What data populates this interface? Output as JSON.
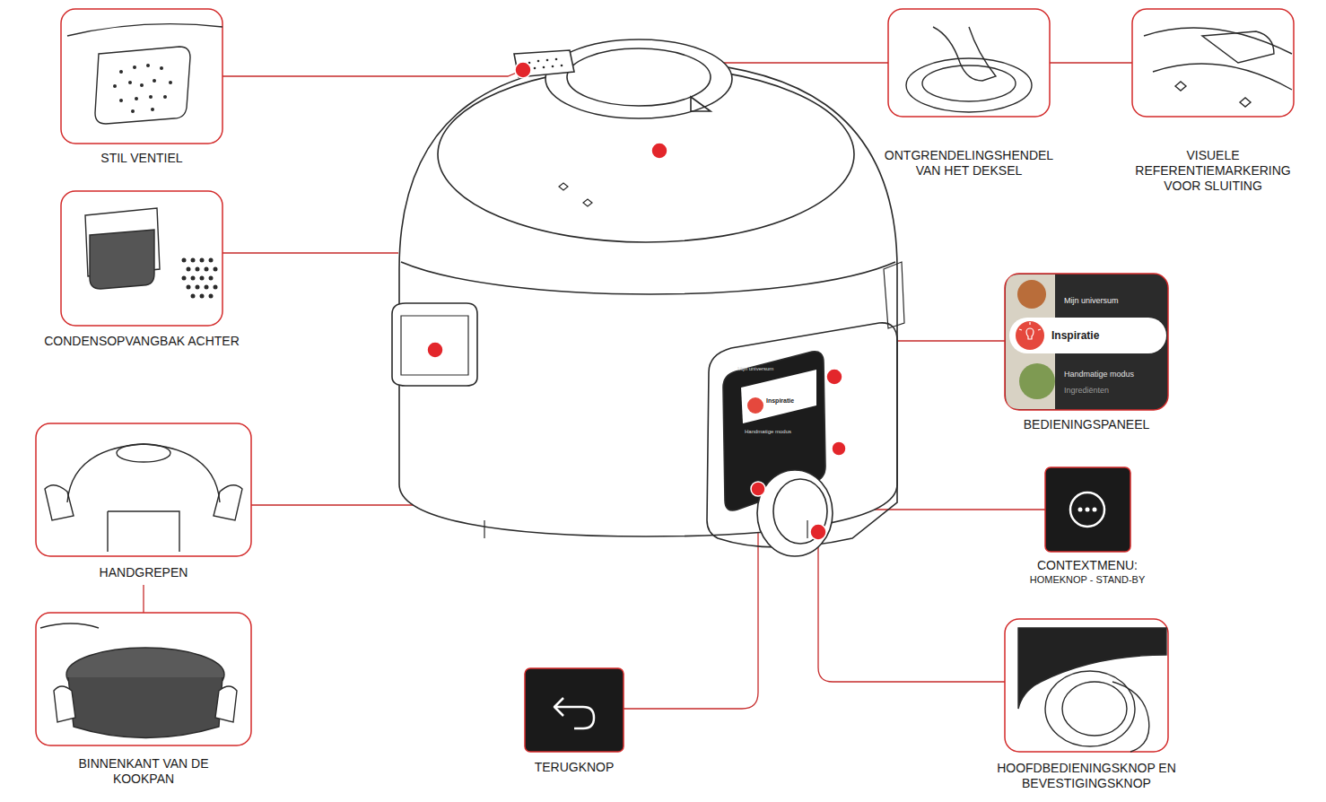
{
  "diagram": {
    "labels": [
      "STIL VENTIEL",
      "ONTGRENDELINGSHENDEL VAN HET DEKSEL",
      "VISUELE REFERENTIEMARKERING VOOR SLUITING",
      "CONDENSOPVANGBAK ACHTER",
      "Mijn universum",
      "Inspiratie",
      "Handmatige modus",
      "Ingrediënten",
      "BEDIENINGSPANEEL",
      "CONTEXTMENU:",
      "HOMEKNOP - STAND-BY",
      "HANDGREPEN",
      "BINNENKANT VAN DE KOOKPAN",
      "TERUGKNOP",
      "HOOFDBEDIENINGSKNOP EN BEVESTIGINGSKNOP",
      "Mijn universum",
      "Inspiratie",
      "Handmatige modus"
    ]
  }
}
